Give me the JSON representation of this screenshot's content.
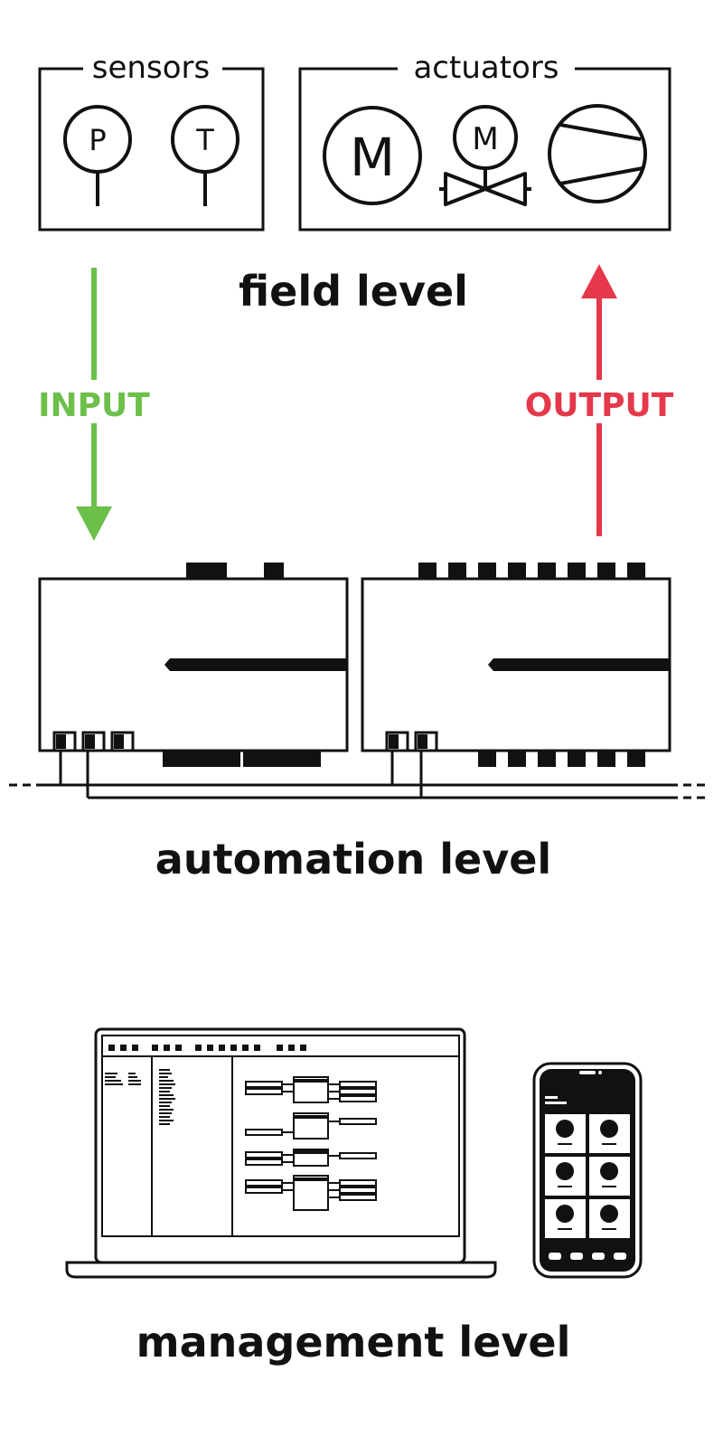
{
  "field_level": {
    "label": "field level",
    "sensors": {
      "label": "sensors",
      "items": [
        {
          "symbol": "P",
          "icon": "pressure-sensor-icon"
        },
        {
          "symbol": "T",
          "icon": "temperature-sensor-icon"
        }
      ]
    },
    "actuators": {
      "label": "actuators",
      "items": [
        {
          "symbol": "M",
          "icon": "motor-icon"
        },
        {
          "symbol": "M",
          "icon": "motorized-valve-icon"
        },
        {
          "icon": "compressor-icon"
        }
      ]
    }
  },
  "flows": {
    "input": {
      "label": "INPUT",
      "color": "#6cc04a"
    },
    "output": {
      "label": "OUTPUT",
      "color": "#e5384b"
    }
  },
  "automation_level": {
    "label": "automation level",
    "controllers": [
      {
        "icon": "input-controller-icon"
      },
      {
        "icon": "output-controller-icon"
      }
    ]
  },
  "management_level": {
    "label": "management level",
    "devices": [
      {
        "icon": "laptop-icon"
      },
      {
        "icon": "smartphone-icon"
      }
    ]
  }
}
